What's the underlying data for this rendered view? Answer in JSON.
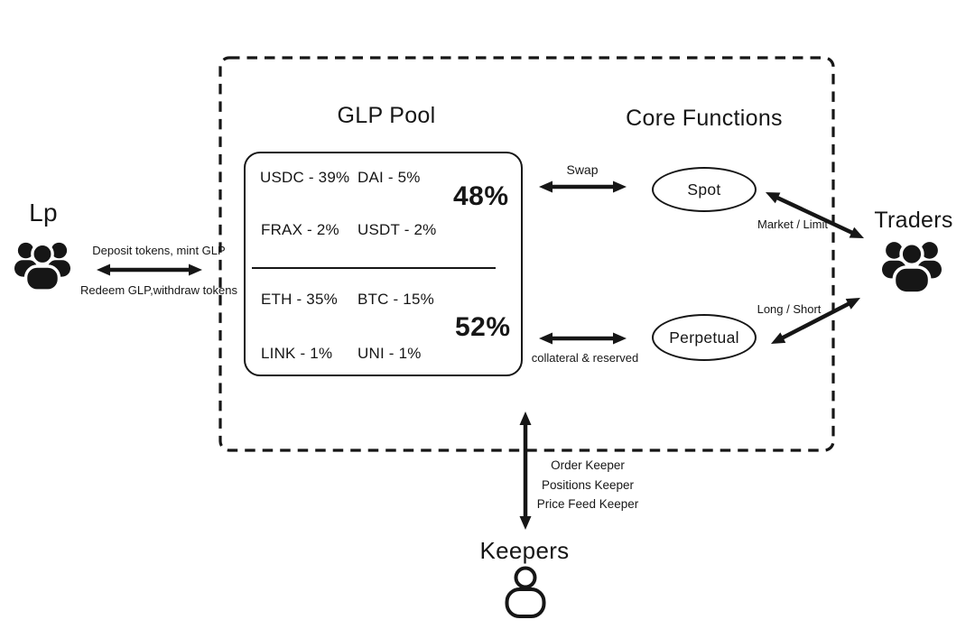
{
  "colors": {
    "ink": "#161616",
    "background": "#ffffff"
  },
  "glp_pool": {
    "title": "GLP Pool",
    "stables": {
      "share": "48%",
      "tokens": [
        "USDC - 39%",
        "DAI - 5%",
        "FRAX - 2%",
        "USDT - 2%"
      ]
    },
    "volatiles": {
      "share": "52%",
      "tokens": [
        "ETH - 35%",
        "BTC - 15%",
        "LINK - 1%",
        "UNI - 1%"
      ]
    }
  },
  "core_functions": {
    "title": "Core Functions",
    "spot": "Spot",
    "perpetual": "Perpetual"
  },
  "actors": {
    "lp": "Lp",
    "traders": "Traders",
    "keepers": "Keepers"
  },
  "flows": {
    "deposit": "Deposit tokens, mint GLP",
    "redeem": "Redeem GLP,withdraw tokens",
    "swap": "Swap",
    "collateral": "collateral & reserved",
    "market_limit": "Market / Limit",
    "long_short": "Long / Short"
  },
  "keeper_roles": [
    "Order Keeper",
    "Positions Keeper",
    "Price Feed Keeper"
  ]
}
